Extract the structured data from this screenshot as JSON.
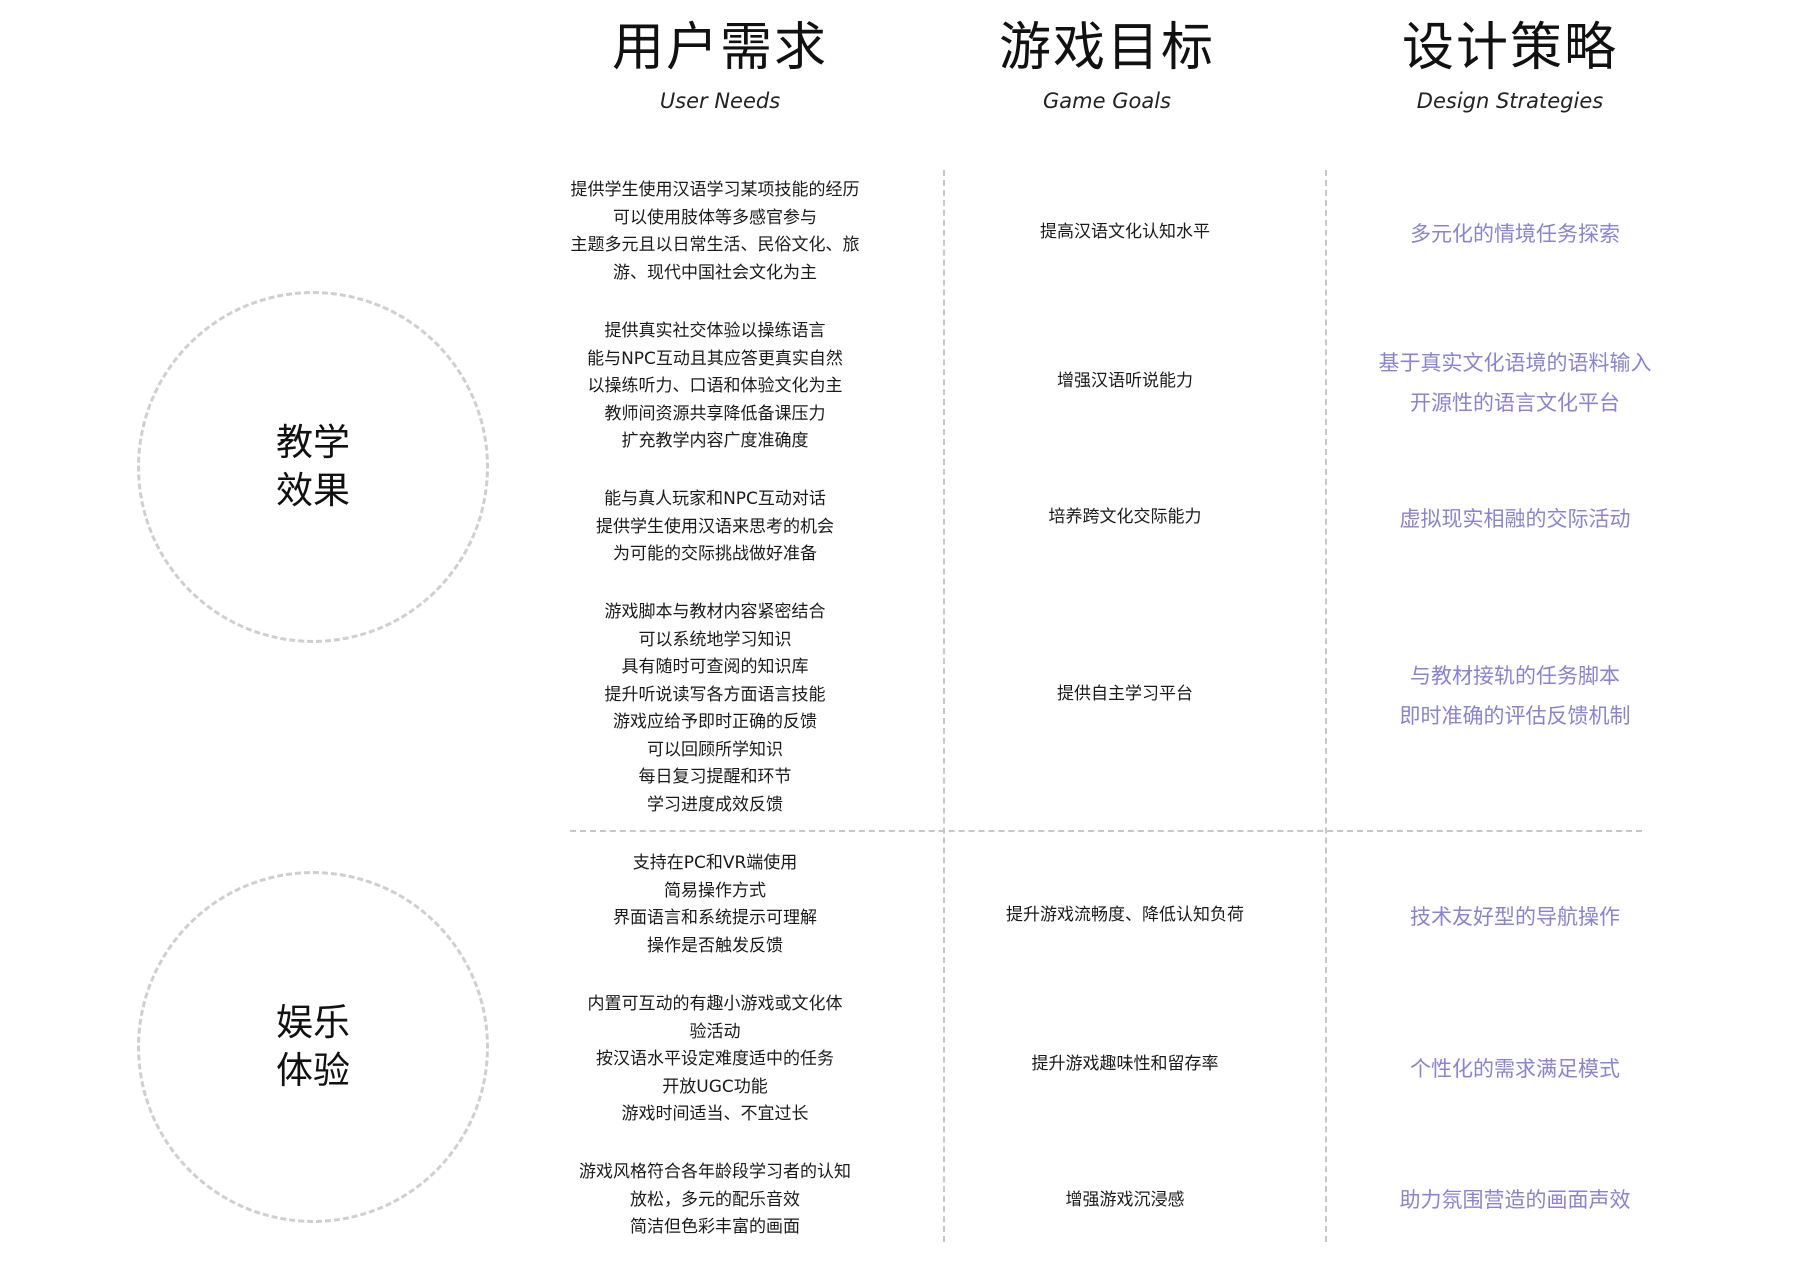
{
  "headers": [
    {
      "title": "用户需求",
      "subtitle": "User Needs"
    },
    {
      "title": "游戏目标",
      "subtitle": "Game Goals"
    },
    {
      "title": "设计策略",
      "subtitle": "Design Strategies"
    }
  ],
  "sections": [
    {
      "label": "教学效果"
    },
    {
      "label": "娱乐体验"
    }
  ],
  "user_needs": [
    [
      "提供学生使用汉语学习某项技能的经历",
      "可以使用肢体等多感官参与",
      "主题多元且以日常生活、民俗文化、旅",
      "游、现代中国社会文化为主"
    ],
    [
      "提供真实社交体验以操练语言",
      "能与NPC互动且其应答更真实自然",
      "以操练听力、口语和体验文化为主",
      "教师间资源共享降低备课压力",
      "扩充教学内容广度准确度"
    ],
    [
      "能与真人玩家和NPC互动对话",
      "提供学生使用汉语来思考的机会",
      "为可能的交际挑战做好准备"
    ],
    [
      "游戏脚本与教材内容紧密结合",
      "可以系统地学习知识",
      "具有随时可查阅的知识库",
      "提升听说读写各方面语言技能",
      "游戏应给予即时正确的反馈",
      "可以回顾所学知识",
      "每日复习提醒和环节",
      "学习进度成效反馈"
    ],
    [
      "支持在PC和VR端使用",
      "简易操作方式",
      "界面语言和系统提示可理解",
      "操作是否触发反馈"
    ],
    [
      "内置可互动的有趣小游戏或文化体",
      "验活动",
      "按汉语水平设定难度适中的任务",
      "开放UGC功能",
      "游戏时间适当、不宜过长"
    ],
    [
      "游戏风格符合各年龄段学习者的认知",
      "放松，多元的配乐音效",
      "简洁但色彩丰富的画面"
    ]
  ],
  "game_goals": [
    "提高汉语文化认知水平",
    "增强汉语听说能力",
    "培养跨文化交际能力",
    "提供自主学习平台",
    "提升游戏流畅度、降低认知负荷",
    "提升游戏趣味性和留存率",
    "增强游戏沉浸感"
  ],
  "design_strategies": [
    [
      "多元化的情境任务探索"
    ],
    [
      "基于真实文化语境的语料输入",
      "开源性的语言文化平台"
    ],
    [
      "虚拟现实相融的交际活动"
    ],
    [
      "与教材接轨的任务脚本",
      "即时准确的评估反馈机制"
    ],
    [
      "技术友好型的导航操作"
    ],
    [
      "个性化的需求满足模式"
    ],
    [
      "助力氛围营造的画面声效"
    ]
  ],
  "colors": {
    "strategy_text": "#8c82d4",
    "divider": "#c7c7c7",
    "circle_border": "#cfcfcf"
  }
}
